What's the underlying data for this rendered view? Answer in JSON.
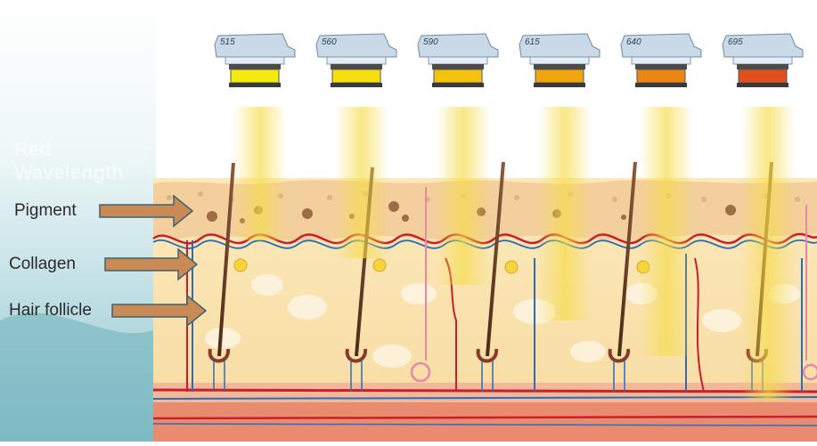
{
  "filters": [
    {
      "wavelength": "515",
      "color": "#f5ea10"
    },
    {
      "wavelength": "560",
      "color": "#f7de0f"
    },
    {
      "wavelength": "590",
      "color": "#f4c10c"
    },
    {
      "wavelength": "615",
      "color": "#f1a40c"
    },
    {
      "wavelength": "640",
      "color": "#ec8613"
    },
    {
      "wavelength": "695",
      "color": "#e14f1a"
    }
  ],
  "labels": {
    "pigment": "Pigment",
    "collagen": "Collagen",
    "hair_follicle": "Hair follicle"
  },
  "watermark": [
    "Red",
    "Wavelength"
  ],
  "colors": {
    "dermis": "#fbe6b2",
    "epidermis": "#f4d3a5",
    "vessel_red": "#c8202a",
    "vessel_blue": "#2d6db5",
    "arrow": "#c98a55",
    "arrow_edge": "#3d6472",
    "light_beam": "#f6dc4a",
    "background_teal": "#a8d3da"
  }
}
